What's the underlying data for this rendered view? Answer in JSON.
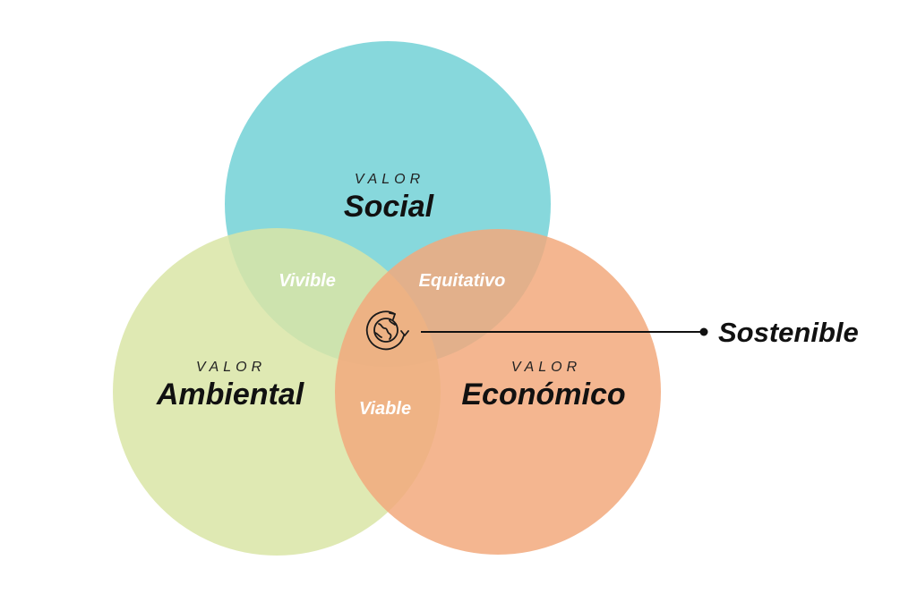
{
  "colors": {
    "social": "#7dd5d9",
    "ambiental": "#d9e5a6",
    "economico": "#f2a97d",
    "overlap_text": "#ffffff",
    "text": "#111111"
  },
  "circles": {
    "social": {
      "eyebrow": "VALOR",
      "title": "Social"
    },
    "ambiental": {
      "eyebrow": "VALOR",
      "title": "Ambiental"
    },
    "economico": {
      "eyebrow": "VALOR",
      "title": "Económico"
    }
  },
  "overlaps": {
    "social_ambiental": "Vivible",
    "social_economico": "Equitativo",
    "ambiental_economico": "Viable"
  },
  "center": {
    "icon": "globe-cycle-icon",
    "label": "Sostenible"
  }
}
